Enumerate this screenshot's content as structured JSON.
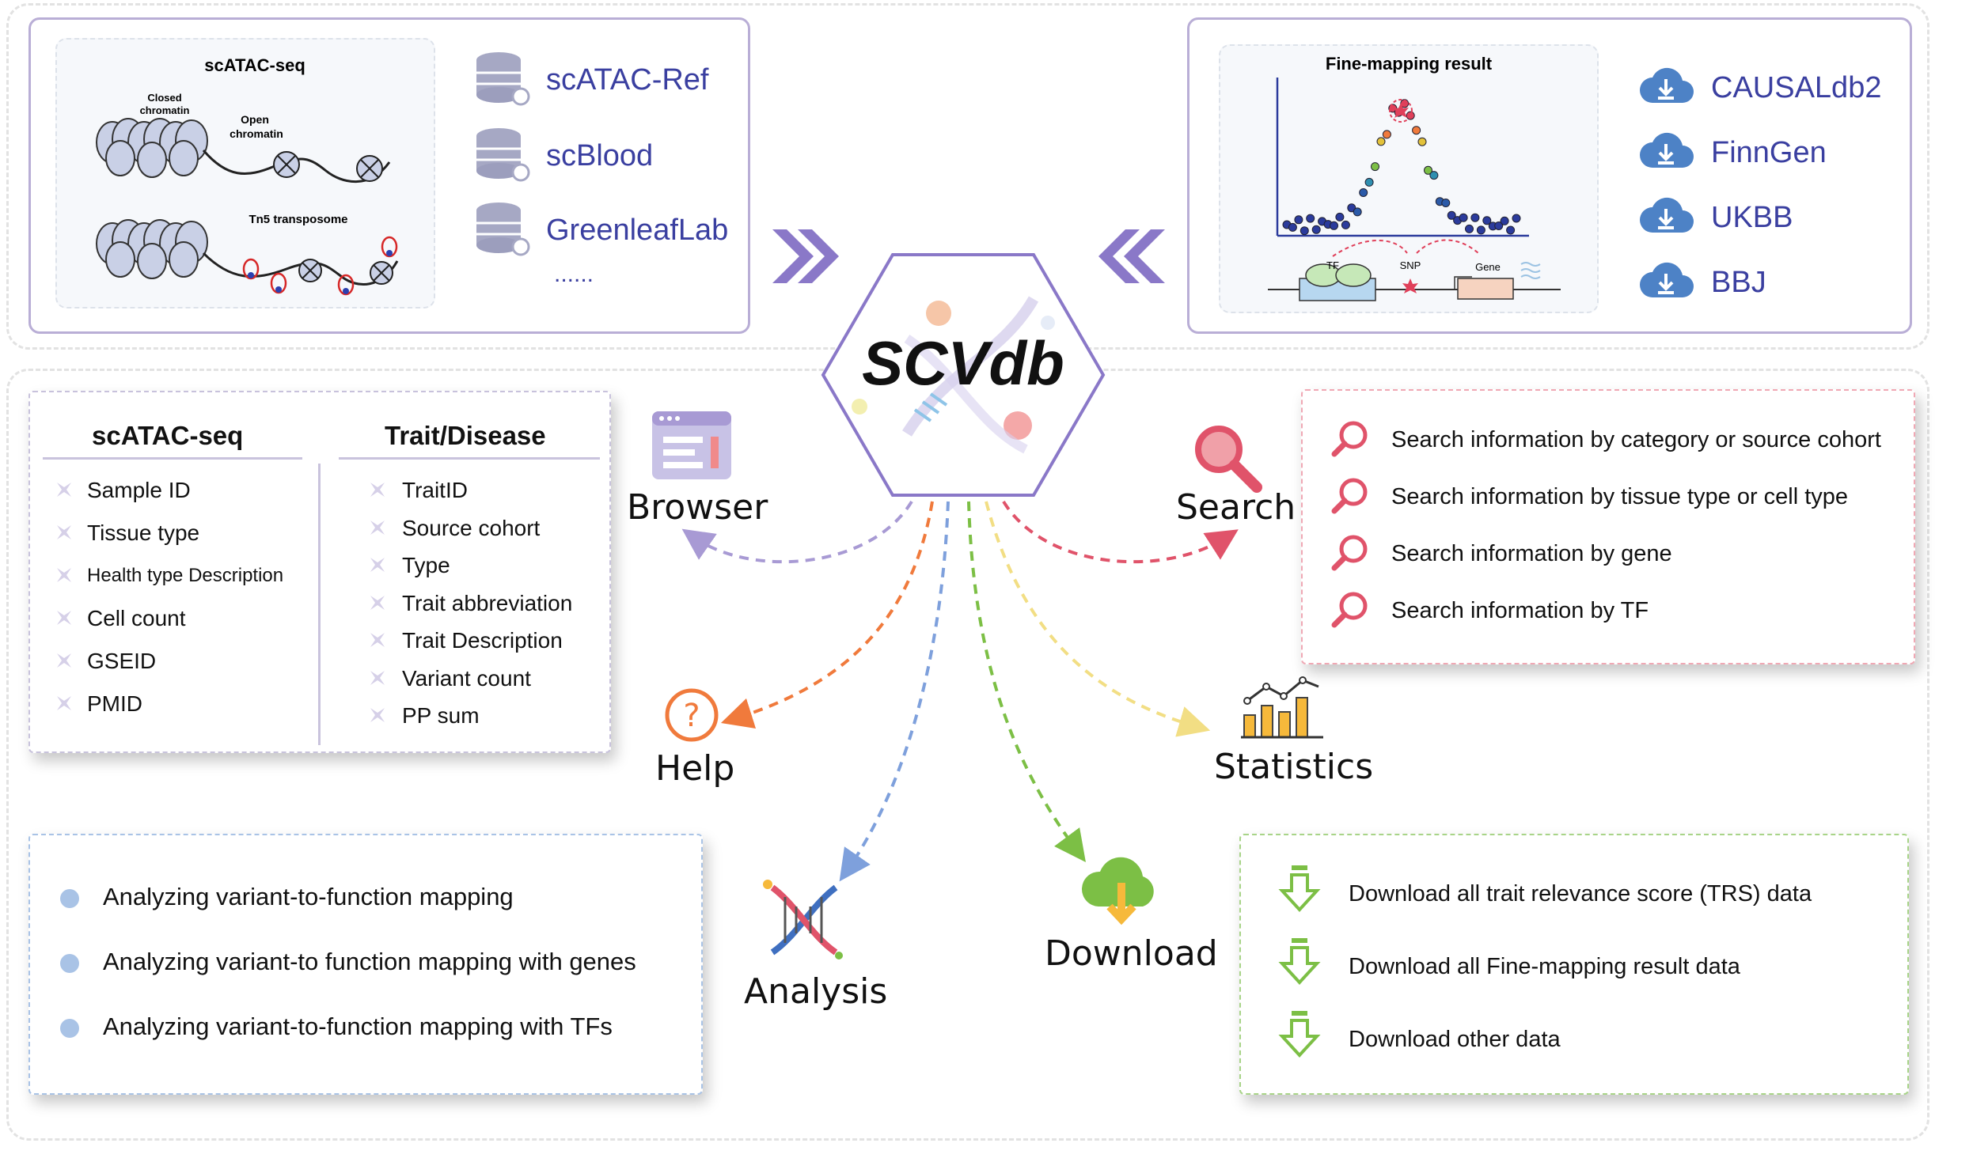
{
  "center": {
    "title": "SCVdb"
  },
  "scatac_panel": {
    "title": "scATAC-seq",
    "closed_chromatin_line1": "Closed",
    "closed_chromatin_line2": "chromatin",
    "open_chromatin_line1": "Open",
    "open_chromatin_line2": "chromatin",
    "tn5_label": "Tn5 transposome",
    "sources": [
      "scATAC-Ref",
      "scBlood",
      "GreenleafLab",
      "......"
    ]
  },
  "finemap_panel": {
    "title": "Fine-mapping result",
    "tf_label": "TF",
    "snp_label": "SNP",
    "gene_label": "Gene",
    "sources": [
      "CAUSALdb2",
      "FinnGen",
      "UKBB",
      "BBJ"
    ]
  },
  "browser": {
    "label": "Browser",
    "scatac_header": "scATAC-seq",
    "scatac_fields": [
      "Sample ID",
      "Tissue type",
      "Health type Description",
      "Cell count",
      "GSEID",
      "PMID"
    ],
    "trait_header": "Trait/Disease",
    "trait_fields": [
      "TraitID",
      "Source cohort",
      "Type",
      "Trait abbreviation",
      "Trait Description",
      "Variant count",
      "PP sum"
    ]
  },
  "search": {
    "label": "Search",
    "items": [
      "Search information by category or source cohort",
      "Search information by tissue type or cell type",
      "Search information by gene",
      "Search information by TF"
    ]
  },
  "help": {
    "label": "Help",
    "icon_glyph": "?"
  },
  "statistics": {
    "label": "Statistics"
  },
  "analysis": {
    "label": "Analysis",
    "items": [
      "Analyzing variant-to-function mapping",
      "Analyzing variant-to function mapping with genes",
      "Analyzing variant-to-function mapping with TFs"
    ]
  },
  "download": {
    "label": "Download",
    "items": [
      "Download all trait relevance score (TRS) data",
      "Download all Fine-mapping result data",
      "Download other data"
    ]
  },
  "colors": {
    "panel_border": "#b9aed6",
    "source_text": "#3a3fa0",
    "browser_arrow": "#a89ad4",
    "search_arrow": "#e0536a",
    "help_arrow": "#f07a3c",
    "analysis_arrow": "#7ea0dc",
    "download_arrow": "#7cbf45",
    "statistics_arrow": "#f2de84"
  }
}
